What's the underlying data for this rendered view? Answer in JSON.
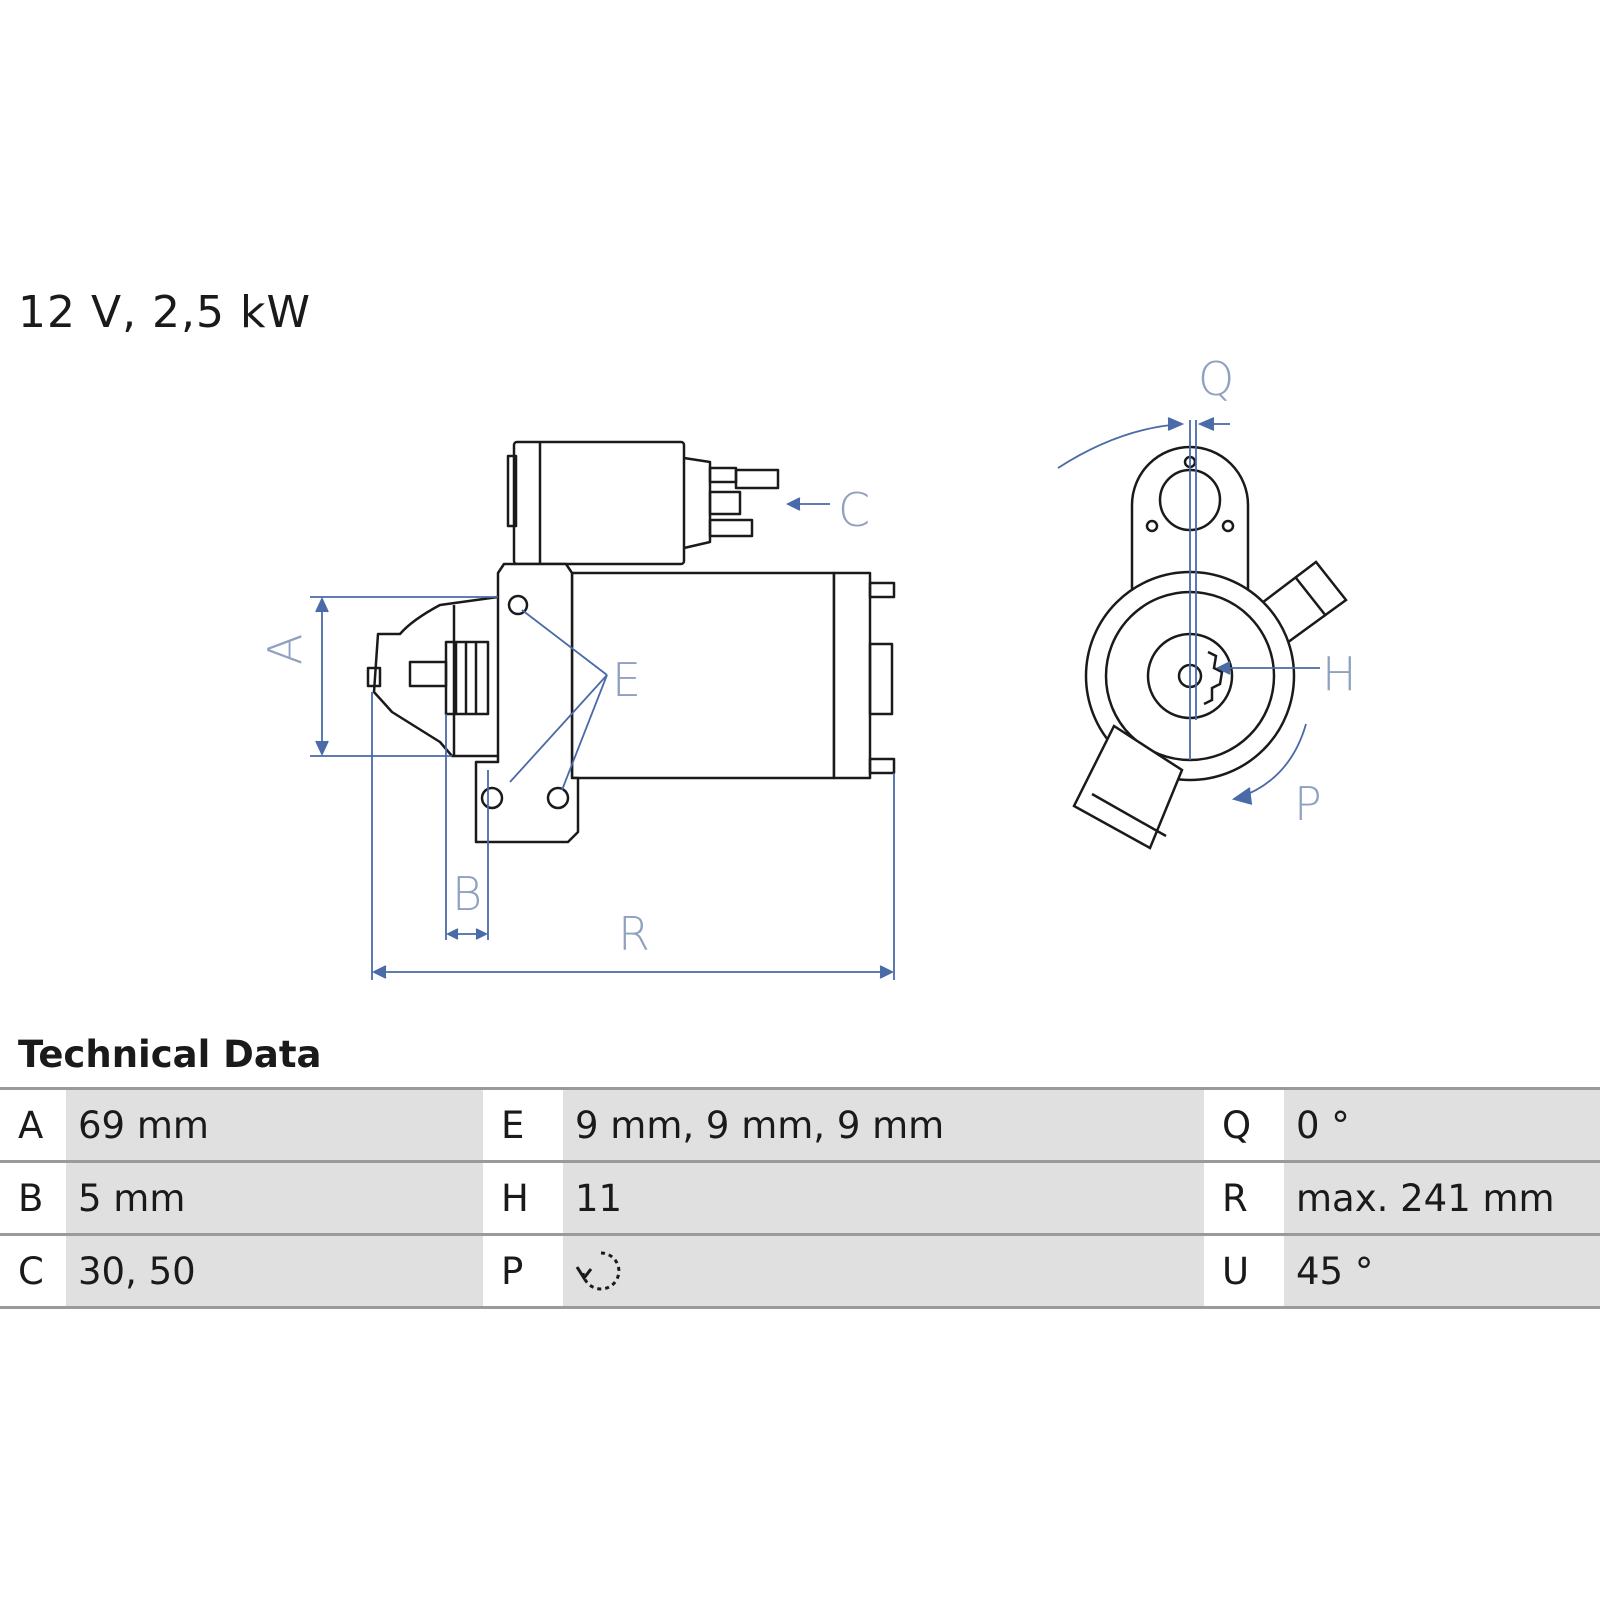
{
  "headline": "12 V, 2,5 kW",
  "diagram_labels": {
    "A": "A",
    "B": "B",
    "C": "C",
    "E": "E",
    "R": "R",
    "Q": "Q",
    "H": "H",
    "P": "P"
  },
  "colors": {
    "dimension": "#4a6aa8",
    "label": "#8fa0c0",
    "drawing": "#1a1a1a",
    "row_bg": "#e0e0e0"
  },
  "section_title": "Technical Data",
  "rows": [
    {
      "k1": "A",
      "v1": "69 mm",
      "k2": "E",
      "v2": "9 mm, 9 mm, 9 mm",
      "k3": "Q",
      "v3": "0 °"
    },
    {
      "k1": "B",
      "v1": "5 mm",
      "k2": "H",
      "v2": "11",
      "k3": "R",
      "v3": "max. 241 mm"
    },
    {
      "k1": "C",
      "v1": "30, 50",
      "k2": "P",
      "v2": "",
      "v2_icon": "counterclockwise-rotation-icon",
      "k3": "U",
      "v3": "45 °"
    }
  ]
}
